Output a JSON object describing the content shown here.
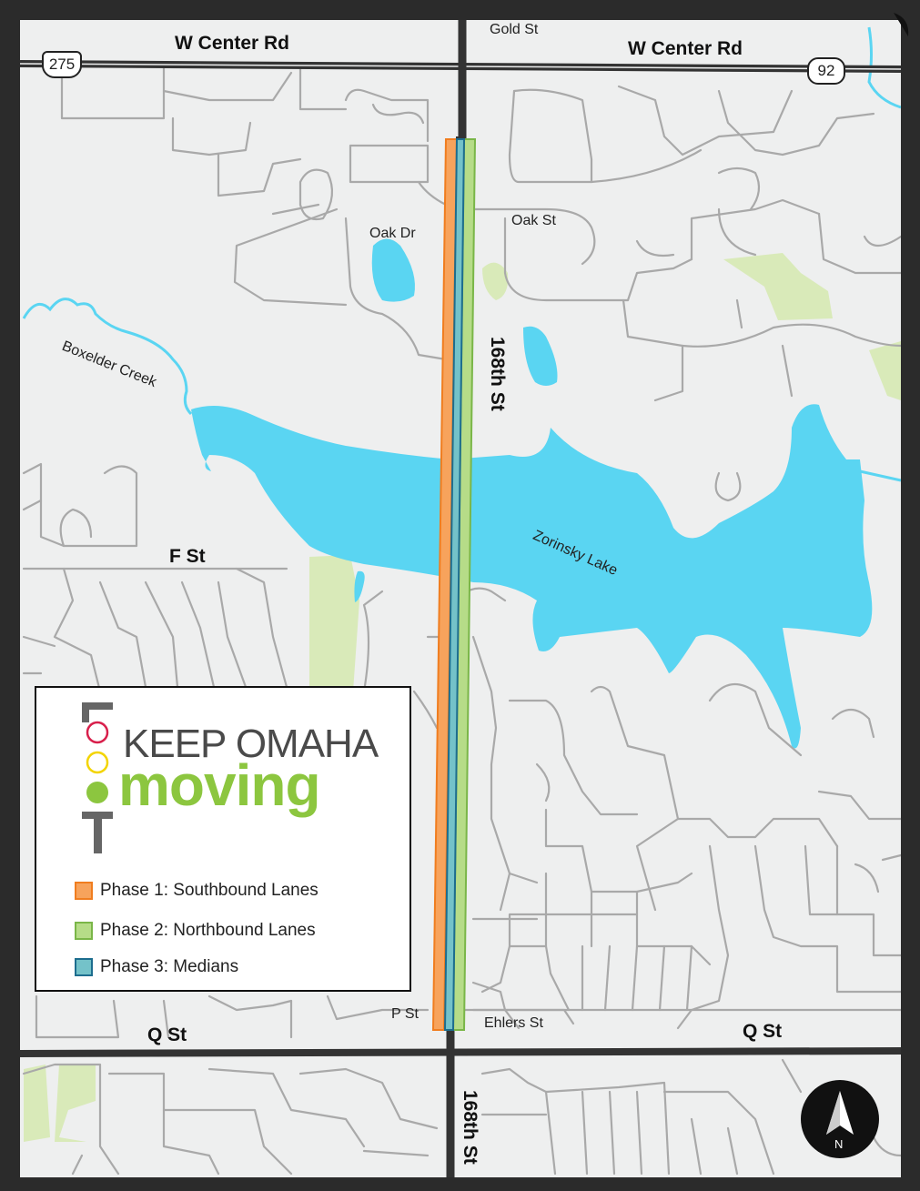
{
  "roads": {
    "w_center_rd_west": "W Center Rd",
    "w_center_rd_east": "W Center Rd",
    "gold_st": "Gold St",
    "oak_dr": "Oak Dr",
    "oak_st": "Oak St",
    "st_168_north": "168th St",
    "st_168_south": "168th St",
    "f_st": "F St",
    "p_st": "P St",
    "ehlers_st": "Ehlers St",
    "q_st_west": "Q St",
    "q_st_east": "Q St"
  },
  "shields": {
    "us_route": "275",
    "state_route": "92"
  },
  "water": {
    "creek": "Boxelder Creek",
    "lake": "Zorinsky Lake"
  },
  "legend": {
    "logo_line1": "KEEP OMAHA",
    "logo_line2": "moving",
    "items": [
      {
        "label": "Phase 1: Southbound Lanes",
        "color": "#f7a35c",
        "border": "#f07d1f"
      },
      {
        "label": "Phase 2: Northbound Lanes",
        "color": "#b6dc88",
        "border": "#7ab648"
      },
      {
        "label": "Phase 3: Medians",
        "color": "#74c2c9",
        "border": "#1d6d8e"
      }
    ]
  },
  "compass": {
    "label": "N"
  },
  "colors": {
    "land": "#eeefef",
    "water": "#5ad5f2",
    "park": "#d9eab9",
    "minor_road": "#a9a9a9",
    "major_road": "#333333",
    "frame": "#2b2b2b"
  }
}
